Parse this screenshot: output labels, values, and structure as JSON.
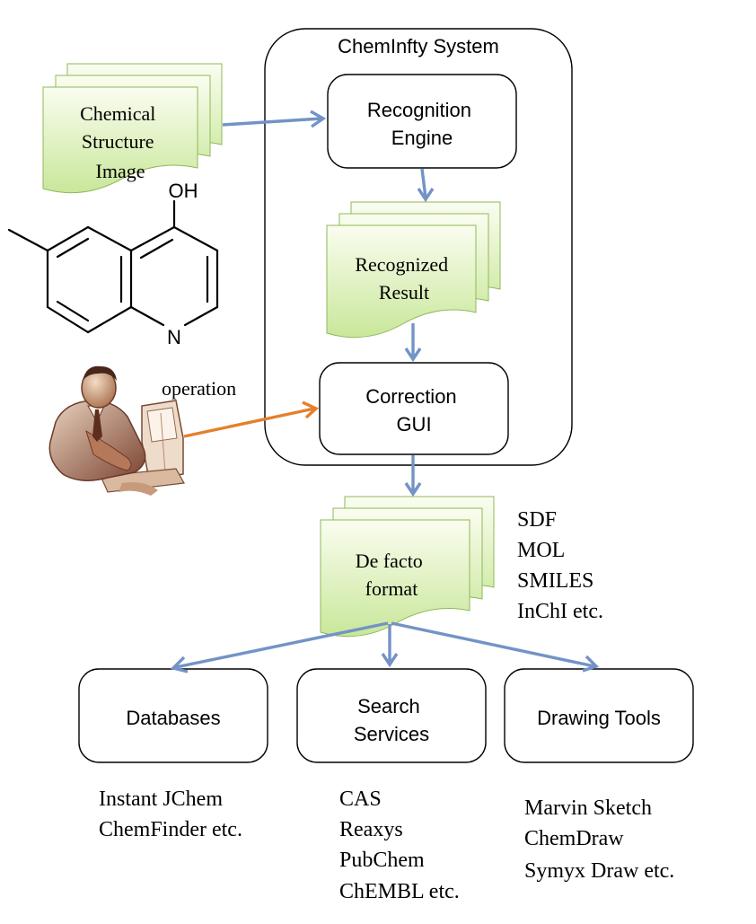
{
  "colors": {
    "arrow_blue": "#7393c6",
    "arrow_orange": "#e5802a",
    "doc_fill_top": "#fafdf0",
    "doc_fill_bottom": "#c9e79a",
    "doc_stroke": "#8fb85a"
  },
  "system": {
    "title": "ChemInfty System"
  },
  "nodes": {
    "recognition_engine": [
      "Recognition",
      "Engine"
    ],
    "correction_gui": [
      "Correction",
      "GUI"
    ],
    "databases": [
      "Databases"
    ],
    "search_services": [
      "Search",
      "Services"
    ],
    "drawing_tools": [
      "Drawing Tools"
    ]
  },
  "documents": {
    "chemical_structure_image": [
      "Chemical",
      "Structure",
      "Image"
    ],
    "recognized_result": [
      "Recognized",
      "Result"
    ],
    "de_facto_format": [
      "De facto",
      "format"
    ]
  },
  "molecule": {
    "atom_oh": "OH",
    "atom_n": "N"
  },
  "operation_label": "operation",
  "user_icon": "person-at-computer-icon",
  "formats": [
    "SDF",
    "MOL",
    "SMILES",
    "InChI etc."
  ],
  "database_examples": [
    "Instant JChem",
    "ChemFinder etc."
  ],
  "search_examples": [
    "CAS",
    "Reaxys",
    "PubChem",
    "ChEMBL etc."
  ],
  "drawing_examples": [
    "Marvin Sketch",
    "ChemDraw",
    "Symyx Draw etc."
  ]
}
